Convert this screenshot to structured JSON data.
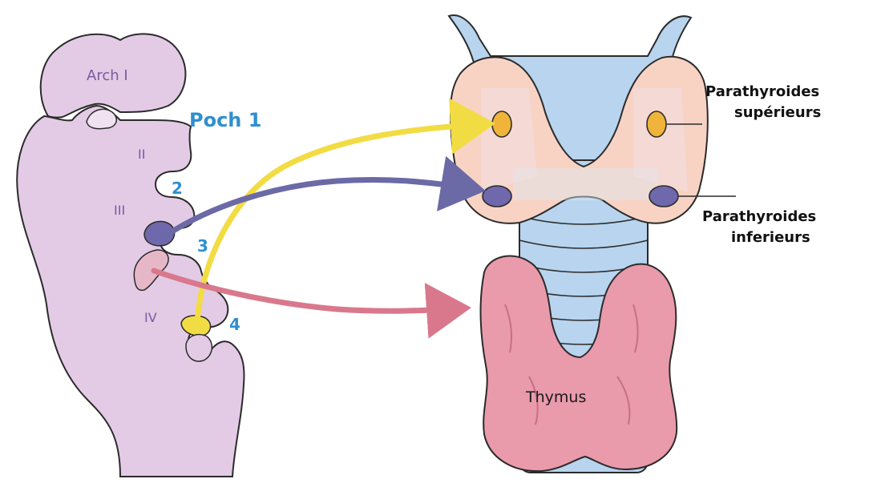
{
  "left_diagram": {
    "arch_label": "Arch I",
    "arch_ii": "II",
    "arch_iii": "III",
    "arch_iv": "IV",
    "pouch_1_label": "Poch 1",
    "pouch_2": "2",
    "pouch_3": "3",
    "pouch_4": "4"
  },
  "right_diagram": {
    "parathyroid_superior_line1": "Parathyroides",
    "parathyroid_superior_line2": "supérieurs",
    "parathyroid_inferior_line1": "Parathyroides",
    "parathyroid_inferior_line2": "inferieurs",
    "thymus_label": "Thymus"
  },
  "colors": {
    "arch_fill": "#e3cbe6",
    "arch_stroke": "#2b2b2b",
    "pouch_label_blue": "#2f8fd0",
    "arrow_yellow": "#f2dc44",
    "arrow_purple": "#6b6aa6",
    "arrow_pink": "#d9788c",
    "thyroid_fill": "#f8d3c4",
    "parathyroid_superior": "#f0b43a",
    "parathyroid_inferior": "#6f68ad",
    "thymus_fill": "#e99aab",
    "trachea_fill": "#b8d4ee"
  }
}
